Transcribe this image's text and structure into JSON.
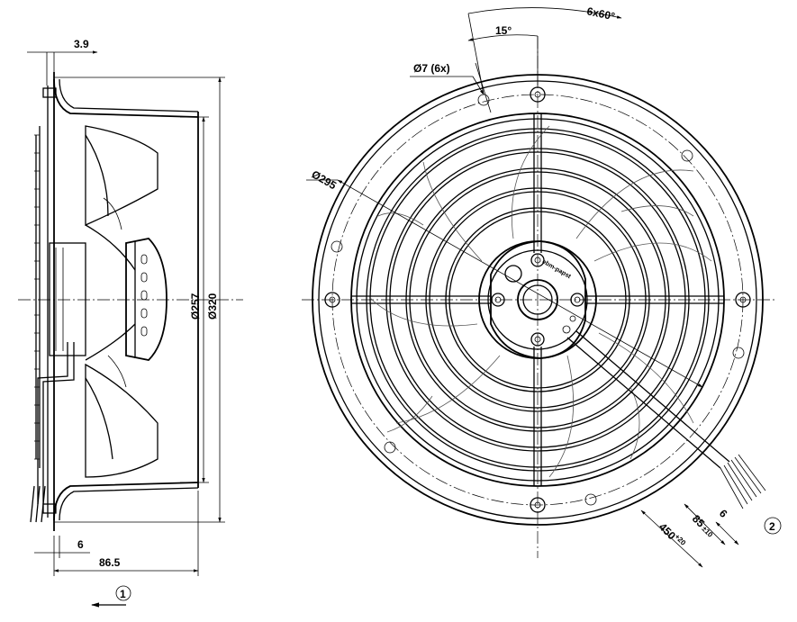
{
  "side_view": {
    "dim_top": "3.9",
    "dim_bottom_small": "6",
    "dim_bottom": "86.5",
    "dim_inner_dia": "Ø257",
    "dim_outer_dia": "Ø320",
    "airflow_callout": "1"
  },
  "front_view": {
    "dim_bolt_angle": "6x60°",
    "dim_offset_angle": "15°",
    "dim_holes": "Ø7 (6x)",
    "dim_bolt_circle": "Ø295",
    "dim_cable_length": "450",
    "dim_cable_length_tol": "+20",
    "dim_wire_strip": "85",
    "dim_wire_strip_tol": "±10",
    "dim_end_strip": "6",
    "cable_callout": "2",
    "motor_label": "ebm-papst"
  }
}
